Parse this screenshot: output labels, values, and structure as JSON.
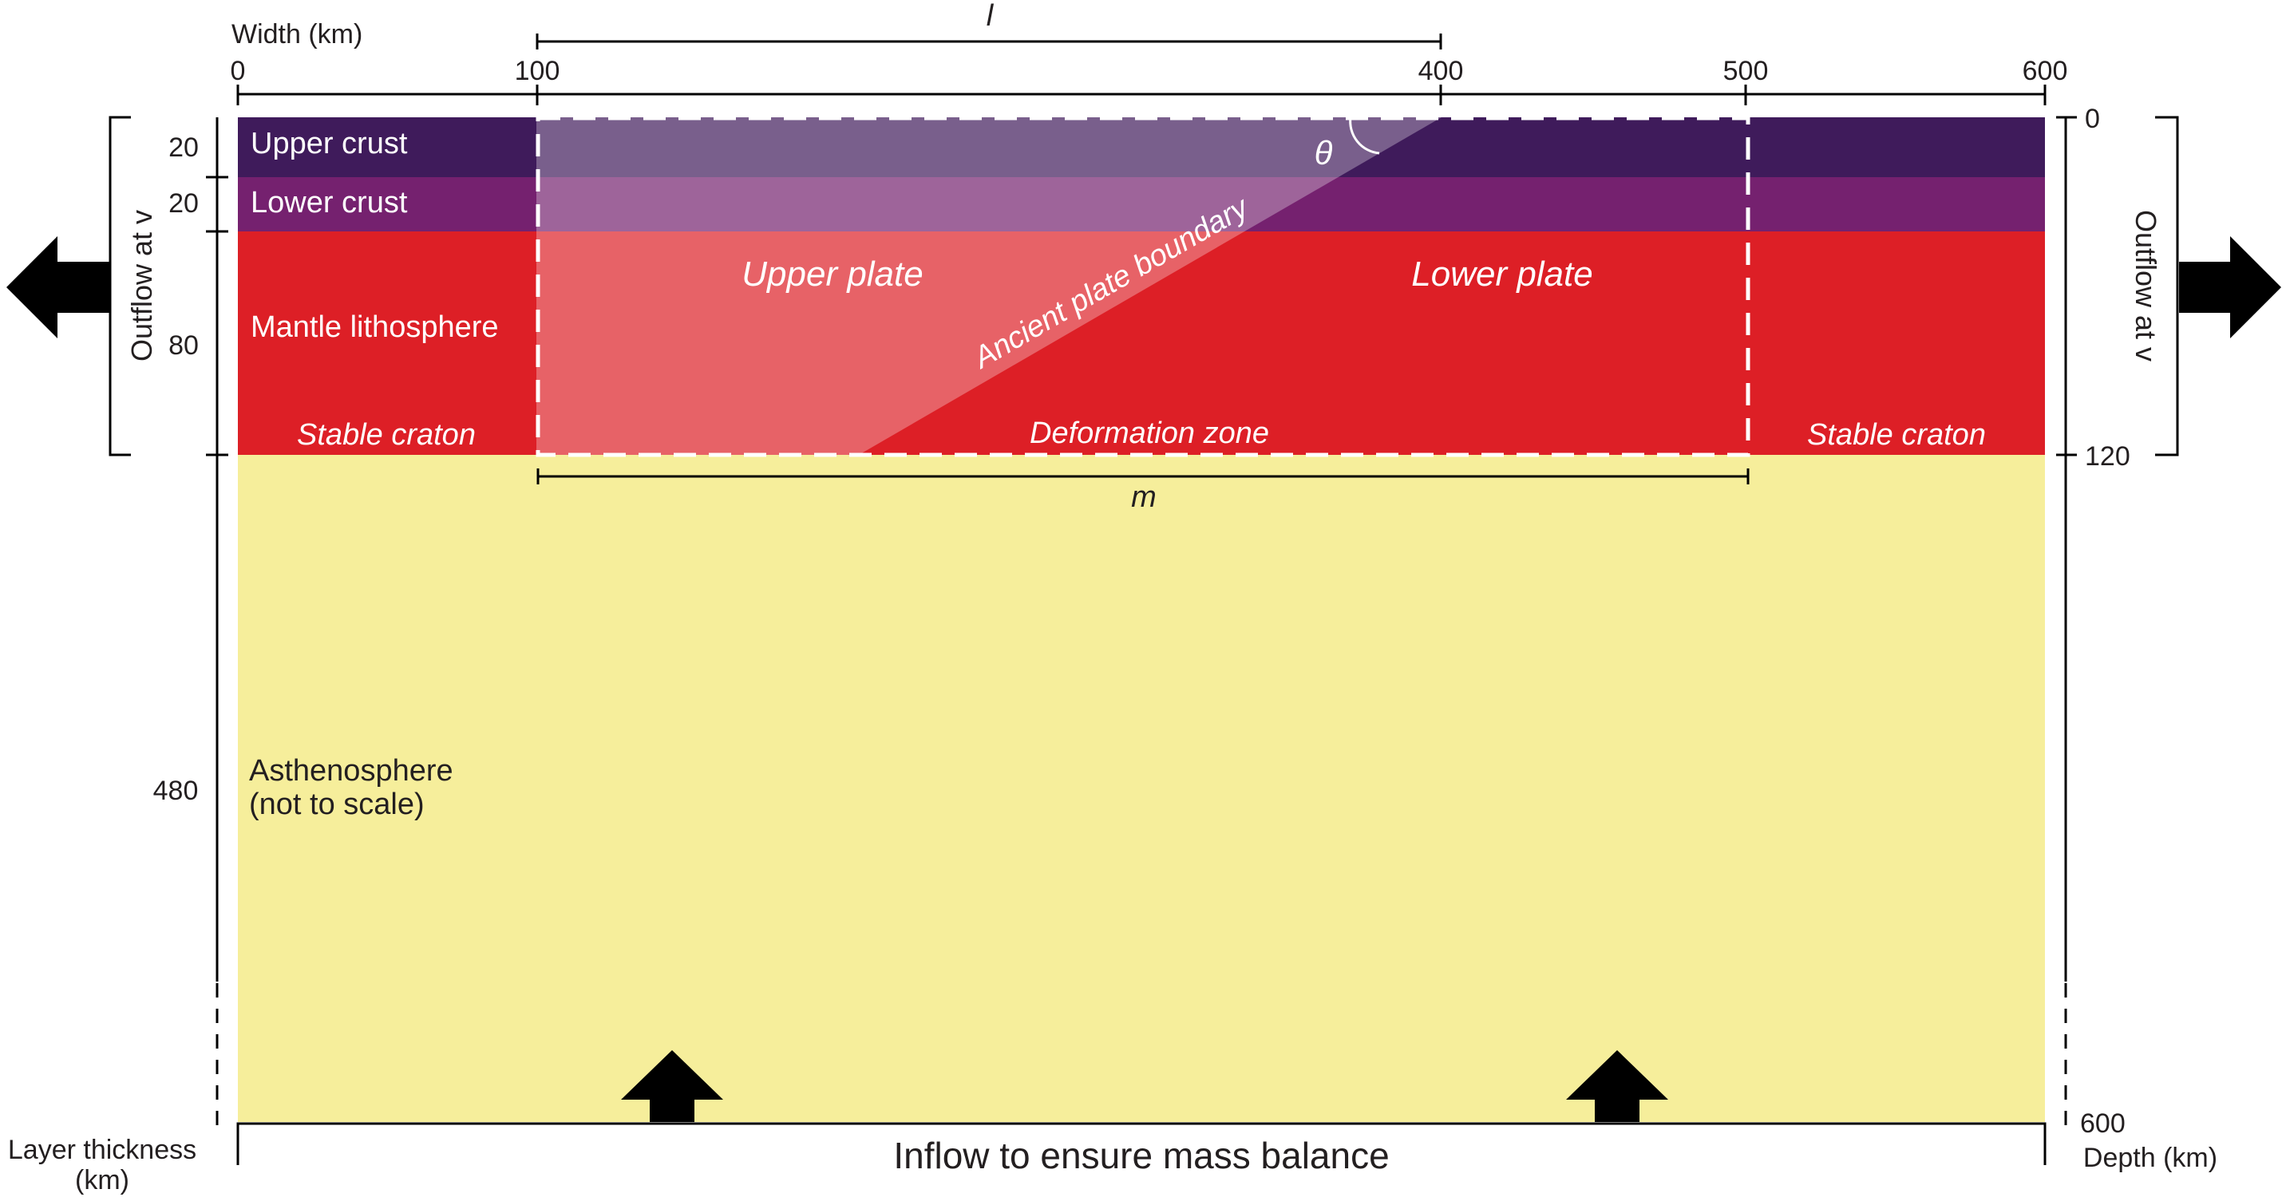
{
  "colors": {
    "upper_crust": "#3f1b5b",
    "lower_crust": "#75216f",
    "mantle_lithosphere": "#dd1f26",
    "asthenosphere": "#f6ee9b",
    "upper_plate_overlay": "#ffffff",
    "arrow": "#000000",
    "axis": "#000000",
    "label_light": "#ffffff",
    "label_dark": "#231f20"
  },
  "icons": {
    "outflow_left": "arrow-left-icon",
    "outflow_right": "arrow-right-icon",
    "inflow": "arrow-up-icon"
  },
  "width_axis": {
    "title": "Width (km)",
    "ticks": [
      "0",
      "100",
      "400",
      "500",
      "600"
    ]
  },
  "depth_axis": {
    "title": "Depth (km)",
    "ticks": [
      "0",
      "120",
      "600"
    ]
  },
  "layer_thickness_axis": {
    "title_line1": "Layer thickness",
    "title_line2": "(km)",
    "values": [
      "20",
      "20",
      "80",
      "480"
    ]
  },
  "dimensions": {
    "l": "l",
    "m": "m",
    "theta": "θ"
  },
  "layers": {
    "upper_crust": "Upper crust",
    "lower_crust": "Lower crust",
    "mantle_lithosphere": "Mantle lithosphere",
    "asthenosphere_line1": "Asthenosphere",
    "asthenosphere_line2": "(not to scale)"
  },
  "zones": {
    "stable_craton_left": "Stable craton",
    "stable_craton_right": "Stable craton",
    "deformation_zone": "Deformation zone",
    "upper_plate": "Upper plate",
    "lower_plate": "Lower plate",
    "ancient_plate_boundary": "Ancient plate boundary"
  },
  "flows": {
    "outflow_left": "Outflow at v",
    "outflow_right": "Outflow at v",
    "inflow": "Inflow to ensure mass balance"
  }
}
